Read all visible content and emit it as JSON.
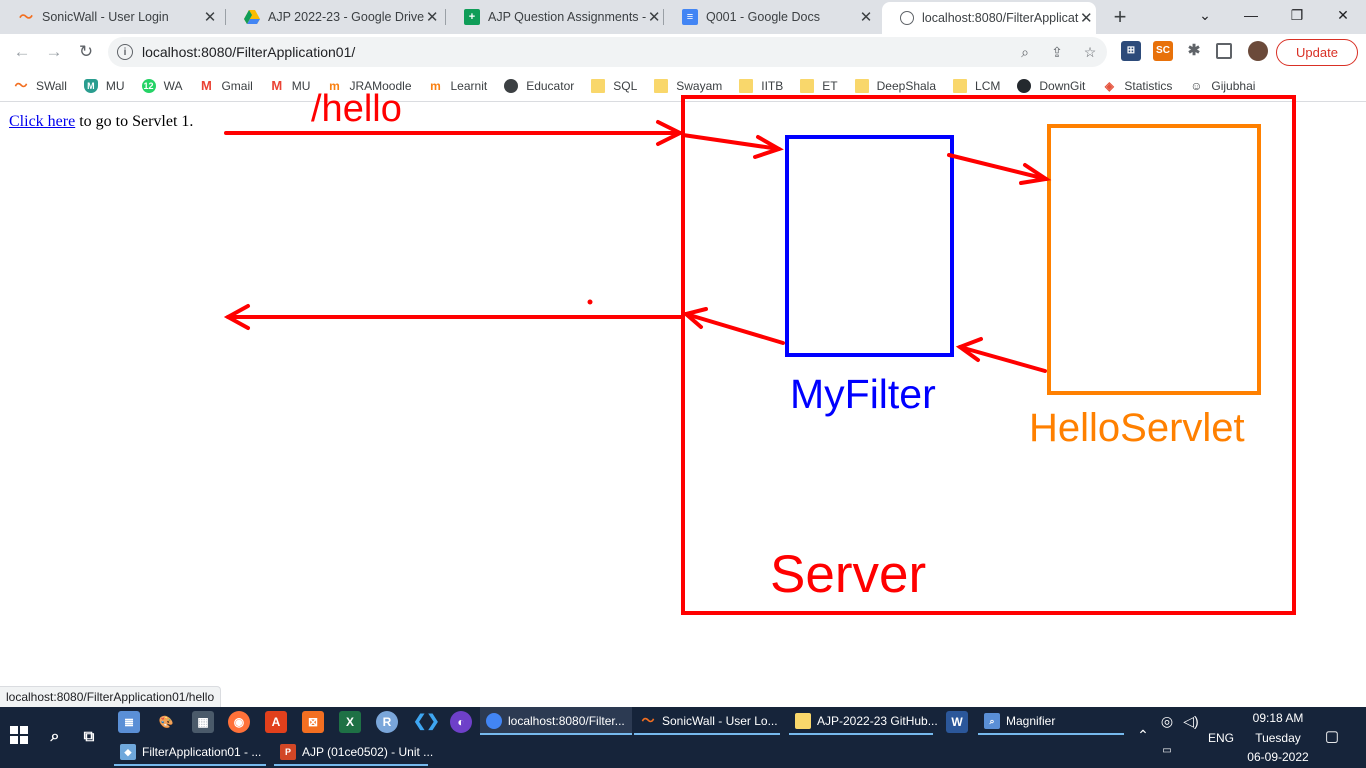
{
  "browser": {
    "tabs": [
      {
        "title": "SonicWall - User Login",
        "icon": "sonicwall-icon",
        "active": false
      },
      {
        "title": "AJP 2022-23 - Google Drive",
        "icon": "google-drive-icon",
        "active": false
      },
      {
        "title": "AJP Question Assignments -",
        "icon": "google-sheets-icon",
        "active": false
      },
      {
        "title": "Q001 - Google Docs",
        "icon": "google-docs-icon",
        "active": false
      },
      {
        "title": "localhost:8080/FilterApplicat",
        "icon": "globe-icon",
        "active": true
      }
    ],
    "url": "localhost:8080/FilterApplication01/",
    "update_label": "Update",
    "bookmarks": [
      {
        "label": "SWall",
        "icon": "sonicwall-icon"
      },
      {
        "label": "MU",
        "icon": "shield-icon"
      },
      {
        "label": "WA",
        "icon": "whatsapp-icon"
      },
      {
        "label": "Gmail",
        "icon": "gmail-icon"
      },
      {
        "label": "MU",
        "icon": "gmail-icon"
      },
      {
        "label": "JRAMoodle",
        "icon": "moodle-icon"
      },
      {
        "label": "Learnit",
        "icon": "moodle-icon"
      },
      {
        "label": "Educator",
        "icon": "globe-icon"
      },
      {
        "label": "SQL",
        "icon": "folder-icon"
      },
      {
        "label": "Swayam",
        "icon": "folder-icon"
      },
      {
        "label": "IITB",
        "icon": "folder-icon"
      },
      {
        "label": "ET",
        "icon": "folder-icon"
      },
      {
        "label": "DeepShala",
        "icon": "folder-icon"
      },
      {
        "label": "LCM",
        "icon": "folder-icon"
      },
      {
        "label": "DownGit",
        "icon": "github-icon"
      },
      {
        "label": "Statistics",
        "icon": "graduation-cap-icon"
      },
      {
        "label": "Gijubhai",
        "icon": "person-icon"
      }
    ],
    "status_url": "localhost:8080/FilterApplication01/hello"
  },
  "page": {
    "link_text": "Click here",
    "rest_text": " to go to Servlet 1."
  },
  "annotation": {
    "hello_label": "/hello",
    "filter_label": "MyFilter",
    "servlet_label": "HelloServlet",
    "server_label": "Server",
    "colors": {
      "red": "#ff0000",
      "blue": "#0000ff",
      "orange": "#ff8000"
    }
  },
  "taskbar": {
    "apps": [
      {
        "label": "localhost:8080/Filter...",
        "icon": "chrome-icon",
        "active": true
      },
      {
        "label": "SonicWall - User Lo...",
        "icon": "sonicwall-icon",
        "active": false
      },
      {
        "label": "AJP-2022-23 GitHub...",
        "icon": "folder-icon",
        "active": false
      },
      {
        "label": "Magnifier",
        "icon": "magnifier-icon",
        "active": false
      },
      {
        "label": "FilterApplication01 - ...",
        "icon": "netbeans-icon",
        "active": false
      },
      {
        "label": "AJP (01ce0502) - Unit ...",
        "icon": "powerpoint-icon",
        "active": false
      }
    ],
    "language": "ENG",
    "time": "09:18 AM",
    "day": "Tuesday",
    "date": "06-09-2022"
  }
}
